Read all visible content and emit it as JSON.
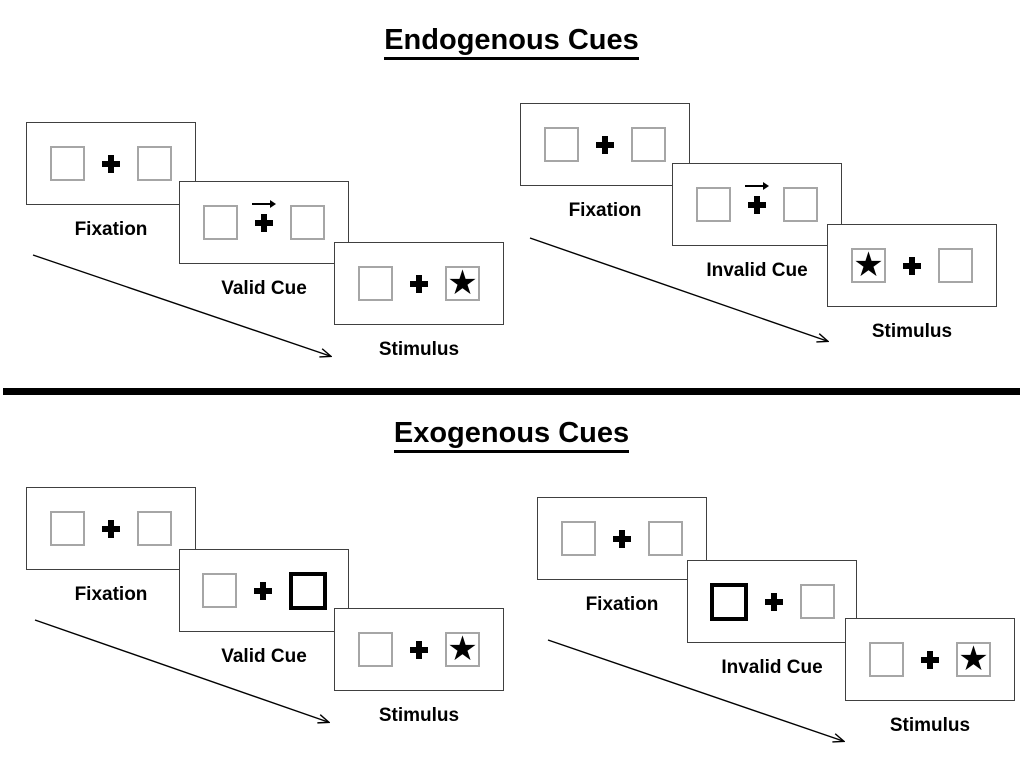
{
  "colors": {
    "ink": "#000000",
    "panel_border": "#404040",
    "square_border": "#a6a6a6",
    "background": "#ffffff"
  },
  "icons": {
    "star": "★"
  },
  "sections": [
    {
      "title": "Endogenous Cues",
      "sequences": [
        {
          "condition": "valid",
          "cue_type": "central-arrow",
          "cue_direction": "right",
          "stimulus_side": "right",
          "steps": [
            {
              "label": "Fixation"
            },
            {
              "label": "Valid Cue"
            },
            {
              "label": "Stimulus"
            }
          ]
        },
        {
          "condition": "invalid",
          "cue_type": "central-arrow",
          "cue_direction": "right",
          "stimulus_side": "left",
          "steps": [
            {
              "label": "Fixation"
            },
            {
              "label": "Invalid Cue"
            },
            {
              "label": "Stimulus"
            }
          ]
        }
      ]
    },
    {
      "title": "Exogenous Cues",
      "sequences": [
        {
          "condition": "valid",
          "cue_type": "peripheral-box-highlight",
          "cue_side": "right",
          "stimulus_side": "right",
          "steps": [
            {
              "label": "Fixation"
            },
            {
              "label": "Valid Cue"
            },
            {
              "label": "Stimulus"
            }
          ]
        },
        {
          "condition": "invalid",
          "cue_type": "peripheral-box-highlight",
          "cue_side": "left",
          "stimulus_side": "right",
          "steps": [
            {
              "label": "Fixation"
            },
            {
              "label": "Invalid Cue"
            },
            {
              "label": "Stimulus"
            }
          ]
        }
      ]
    }
  ]
}
